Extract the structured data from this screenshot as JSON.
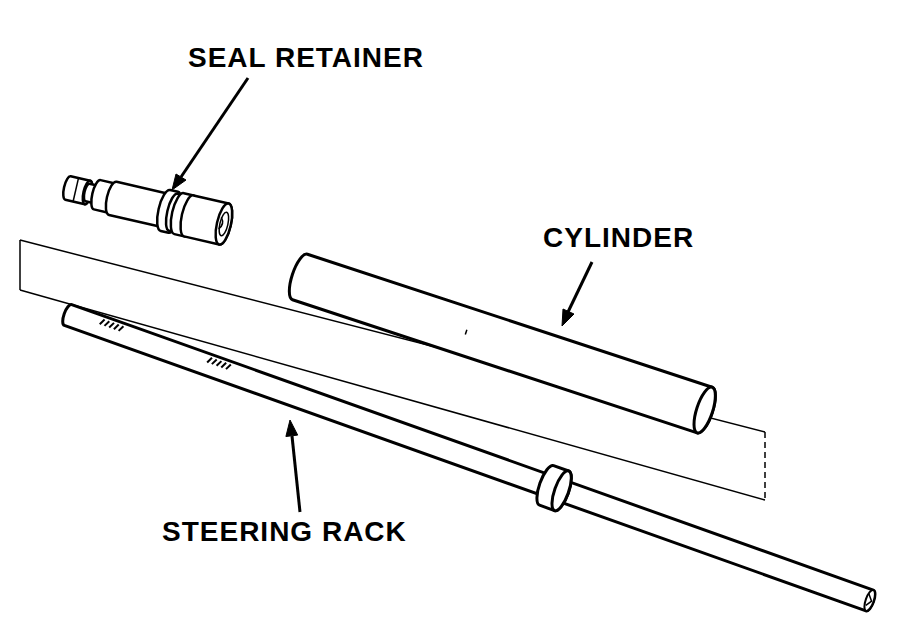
{
  "diagram": {
    "labels": [
      "SEAL RETAINER",
      "CYLINDER",
      "STEERING RACK"
    ]
  }
}
